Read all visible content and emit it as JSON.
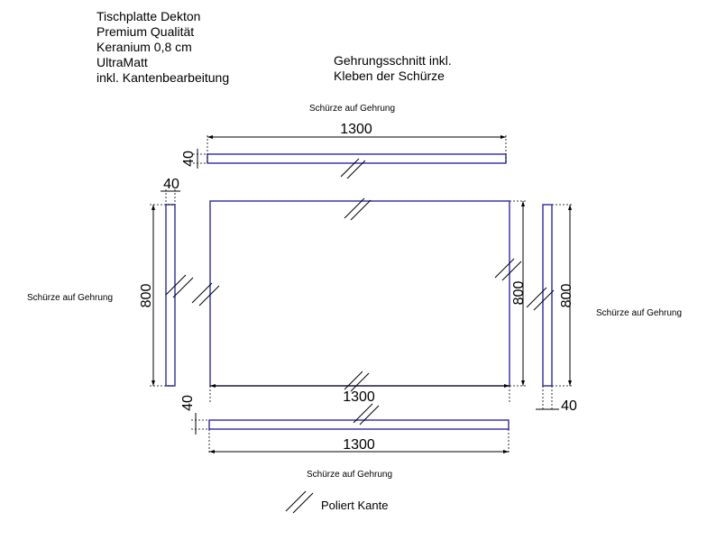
{
  "spec": {
    "lines": [
      "Tischplatte Dekton",
      "Premium Qualität",
      "Keranium 0,8 cm",
      "UltraMatt",
      "inkl. Kantenbearbeitung"
    ]
  },
  "note": {
    "lines": [
      "Gehrungsschnitt inkl.",
      "Kleben der Schürze"
    ]
  },
  "labels": {
    "top": "Schürze auf Gehrung",
    "left": "Schürze auf Gehrung",
    "right": "Schürze auf Gehrung",
    "bottom": "Schürze auf Gehrung"
  },
  "dimensions": {
    "top_length": "1300",
    "top_height": "40",
    "left_width": "40",
    "left_length": "800",
    "main_width": "1300",
    "main_height": "800",
    "right_length": "800",
    "right_width": "40",
    "bottom_height": "40",
    "bottom_length": "1300"
  },
  "legend": {
    "label": "Poliert Kante"
  },
  "colors": {
    "panel": "#2a2aa8",
    "ink": "#000000"
  }
}
